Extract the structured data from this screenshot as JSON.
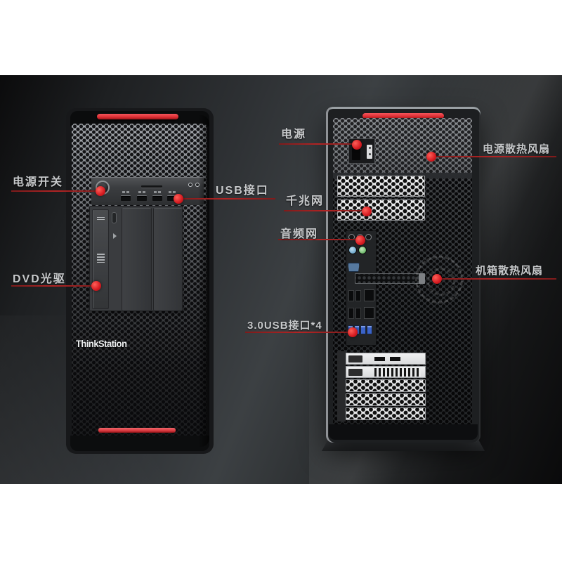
{
  "branding": {
    "logo_text": "ThinkStation"
  },
  "annotations": {
    "front": [
      {
        "id": "power-switch",
        "text": "电源开关"
      },
      {
        "id": "dvd-drive",
        "text": "DVD光驱"
      },
      {
        "id": "usb-ports",
        "text": "USB接口"
      }
    ],
    "rear": [
      {
        "id": "power-inlet",
        "text": "电源"
      },
      {
        "id": "psu-fan",
        "text": "电源散热风扇"
      },
      {
        "id": "gigabit-lan",
        "text": "千兆网"
      },
      {
        "id": "audio-ports",
        "text": "音频网"
      },
      {
        "id": "chassis-fan",
        "text": "机箱散热风扇"
      },
      {
        "id": "usb3-ports",
        "text": "3.0USB接口*4"
      }
    ]
  },
  "colors": {
    "accent_red": "#e03136",
    "marker_red": "#d51a20",
    "leader_line_red": "#b32424",
    "label_text": "#c7c9cb",
    "band_white": "#ffffff"
  }
}
